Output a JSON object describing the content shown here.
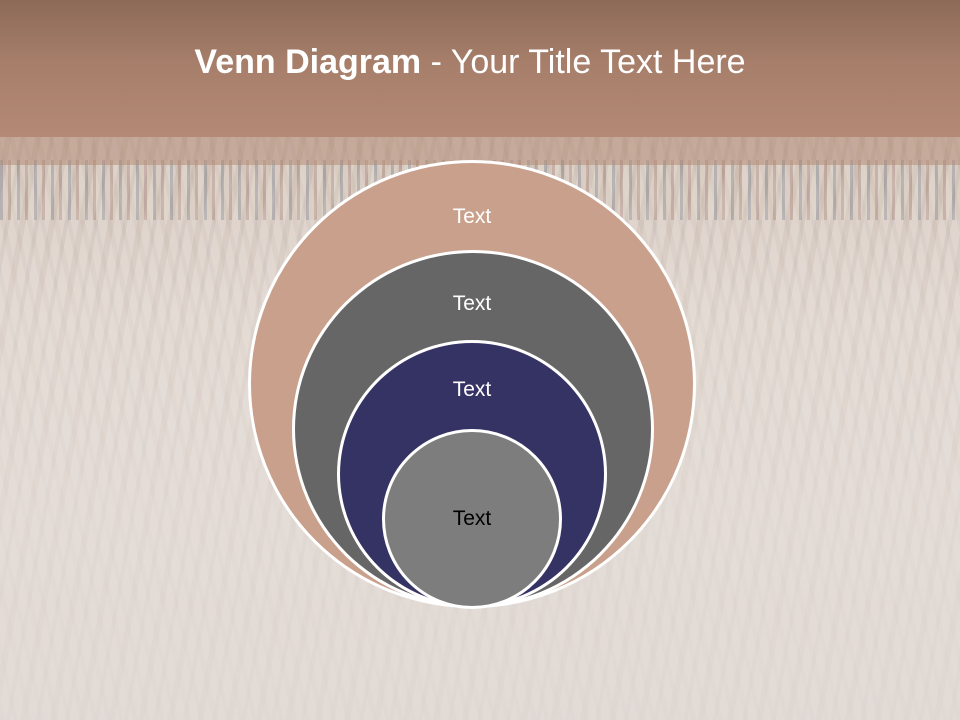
{
  "slide": {
    "title_bold": "Venn Diagram",
    "title_rest": " - Your Title Text Here"
  },
  "diagram": {
    "circles": [
      {
        "label": "Text",
        "fill": "#c9a08b",
        "text_color": "#ffffff"
      },
      {
        "label": "Text",
        "fill": "#666666",
        "text_color": "#ffffff"
      },
      {
        "label": "Text",
        "fill": "#353264",
        "text_color": "#ffffff"
      },
      {
        "label": "Text",
        "fill": "#7d7d7d",
        "text_color": "#000000"
      }
    ]
  },
  "colors": {
    "header": "#a67e6a",
    "circle_border": "#ffffff"
  }
}
